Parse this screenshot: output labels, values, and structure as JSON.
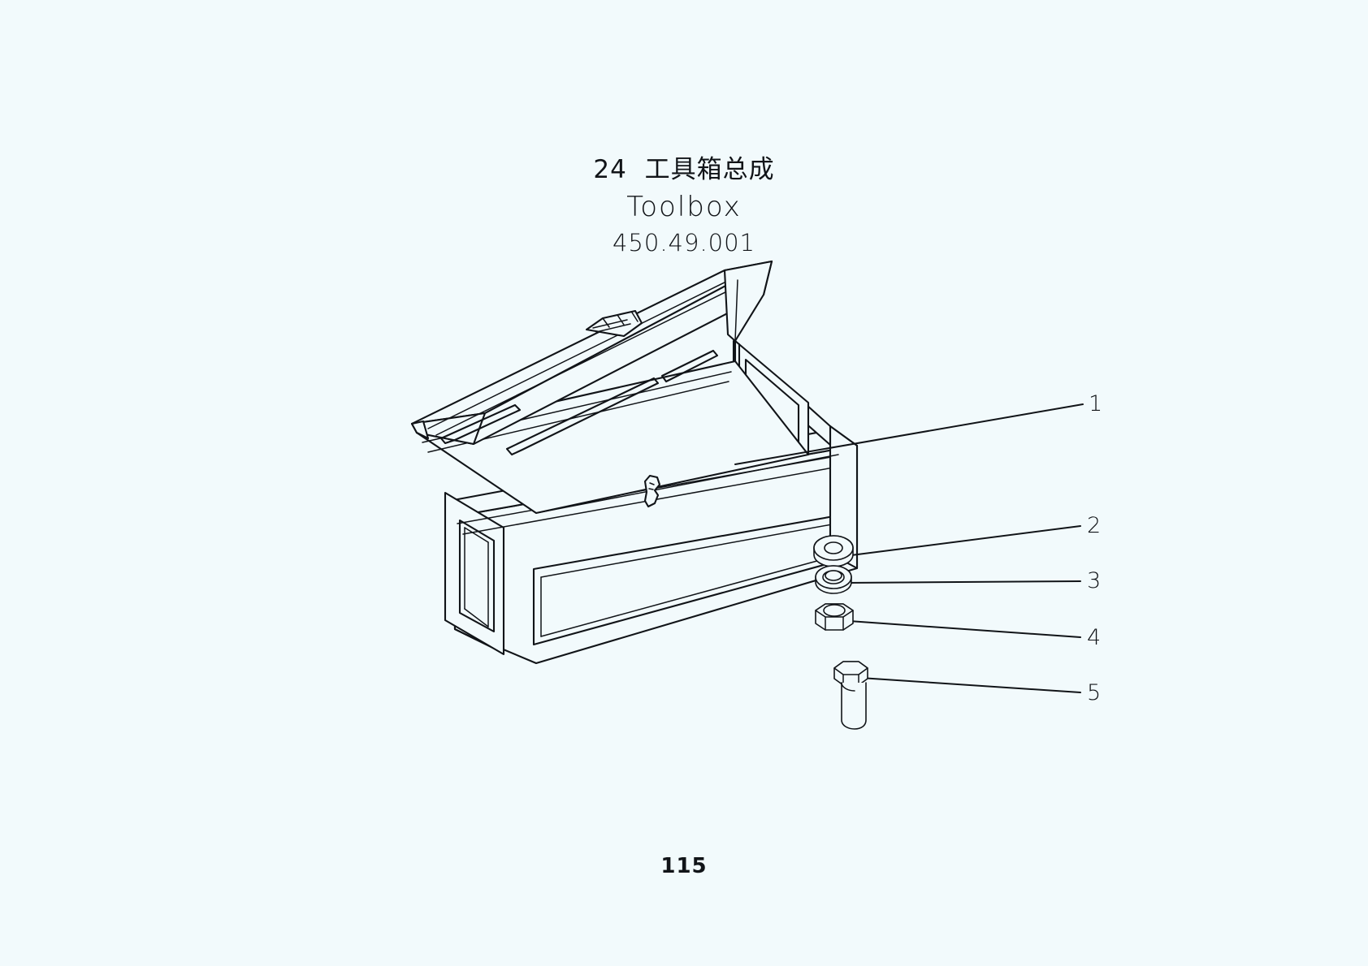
{
  "sheet": {
    "background_color": "#f2fafc",
    "line_color": "#111418",
    "page_number": "115"
  },
  "title": {
    "section_number": "24",
    "name_cn": "24  工具箱总成",
    "name_en": "Toolbox",
    "part_number": "450.49.001"
  },
  "callouts": [
    {
      "id": "1",
      "label": "1",
      "target": "toolbox-assembly"
    },
    {
      "id": "2",
      "label": "2",
      "target": "flat-washer"
    },
    {
      "id": "3",
      "label": "3",
      "target": "spring-washer"
    },
    {
      "id": "4",
      "label": "4",
      "target": "hex-nut"
    },
    {
      "id": "5",
      "label": "5",
      "target": "hex-bolt"
    }
  ],
  "parts": {
    "toolbox": "toolbox-body-with-open-lid",
    "flat_washer": "flat-washer",
    "spring_washer": "spring-washer",
    "hex_nut": "hex-nut",
    "hex_bolt": "hex-bolt"
  }
}
